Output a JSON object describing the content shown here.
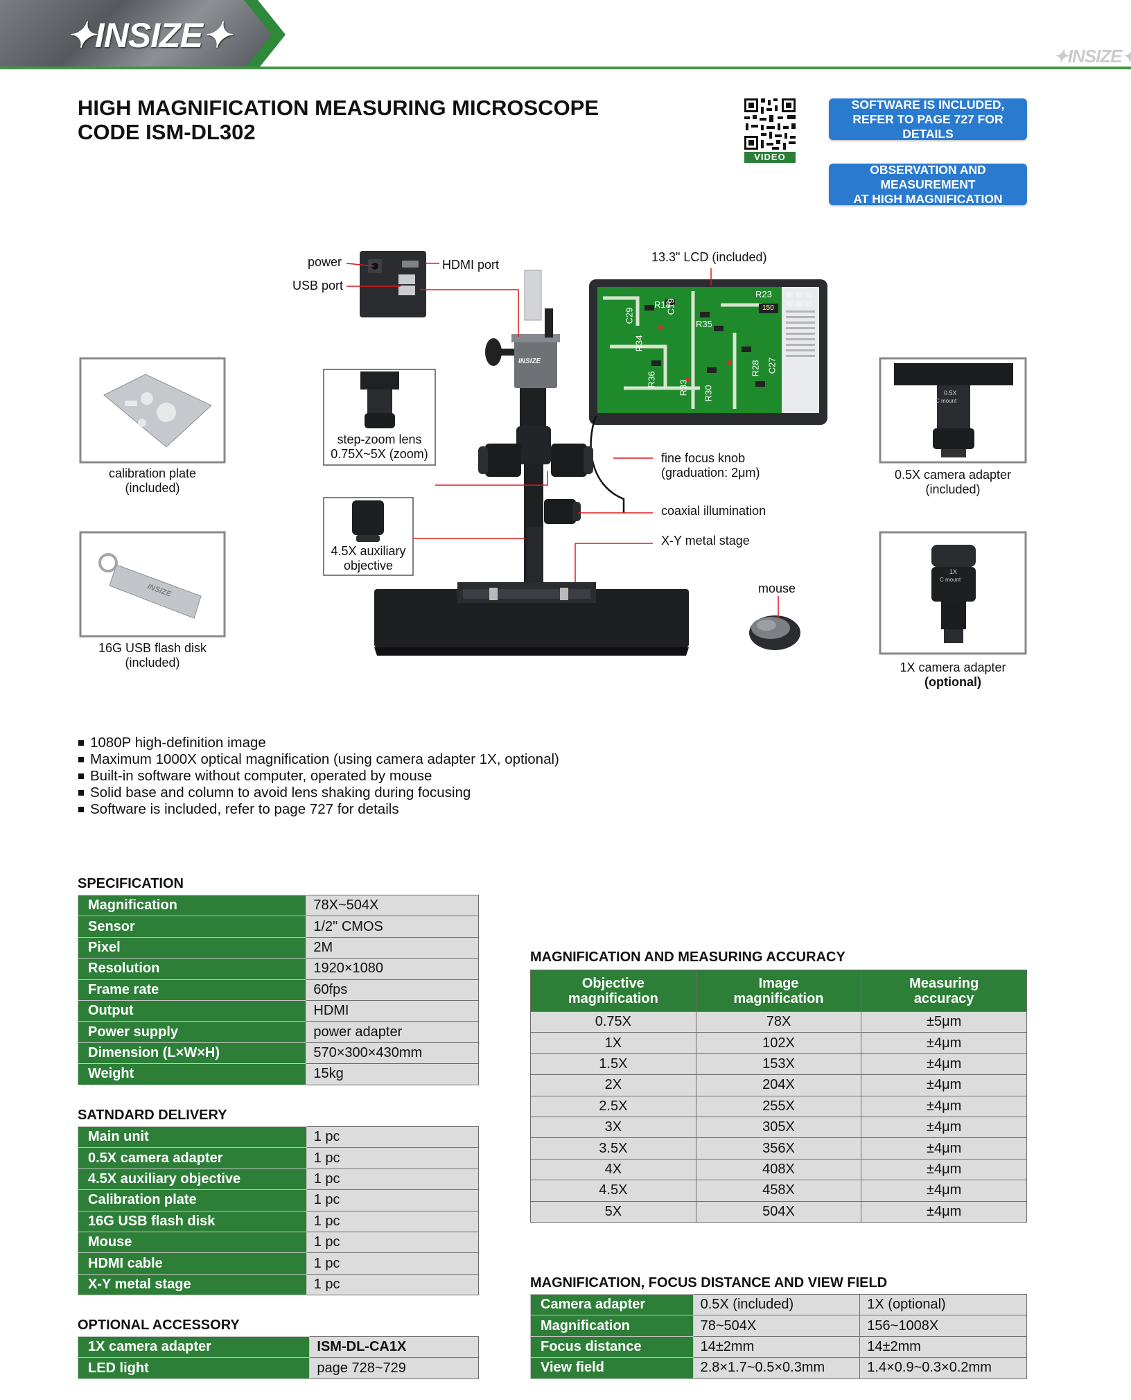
{
  "header": {
    "logo": "INSIZE"
  },
  "product": {
    "title_line1": "HIGH MAGNIFICATION MEASURING MICROSCOPE",
    "title_line2": "CODE ISM-DL302",
    "qr_label": "VIDEO"
  },
  "badges": [
    {
      "line1": "SOFTWARE IS INCLUDED,",
      "line2": "REFER TO PAGE 727 FOR DETAILS"
    },
    {
      "line1": "OBSERVATION AND MEASUREMENT",
      "line2": "AT HIGH MAGNIFICATION"
    }
  ],
  "callouts": {
    "power": "power",
    "usb_port": "USB port",
    "hdmi_port": "HDMI port",
    "lcd": "13.3\" LCD (included)",
    "zoom_l1": "step-zoom lens",
    "zoom_l2": "0.75X~5X (zoom)",
    "fine_l1": "fine focus knob",
    "fine_l2": "(graduation: 2μm)",
    "coaxial": "coaxial illumination",
    "stage": "X-Y metal stage",
    "mouse": "mouse",
    "aux_l1": "4.5X auxiliary",
    "aux_l2": "objective",
    "calib_l1": "calibration plate",
    "calib_l2": "(included)",
    "usb_l1": "16G USB flash disk",
    "usb_l2": "(included)",
    "ad05_l1": "0.5X camera adapter",
    "ad05_l2": "(included)",
    "ad1_l1": "1X camera adapter",
    "ad1_l2": "(optional)",
    "lens_05": "0.5X",
    "lens_1": "1X",
    "cmount": "C mount",
    "usb_brand": "INSIZE",
    "cam_brand": "INSIZE"
  },
  "features": [
    "1080P high-definition image",
    "Maximum 1000X optical magnification (using camera adapter 1X, optional)",
    "Built-in software without computer, operated by mouse",
    "Solid base and column to avoid lens shaking during focusing",
    "Software is included, refer to page 727 for details"
  ],
  "specification": {
    "title": "SPECIFICATION",
    "rows": [
      [
        "Magnification",
        "78X~504X"
      ],
      [
        "Sensor",
        "1/2\" CMOS"
      ],
      [
        "Pixel",
        "2M"
      ],
      [
        "Resolution",
        "1920×1080"
      ],
      [
        "Frame rate",
        "60fps"
      ],
      [
        "Output",
        "HDMI"
      ],
      [
        "Power supply",
        "power adapter"
      ],
      [
        "Dimension (L×W×H)",
        "570×300×430mm"
      ],
      [
        "Weight",
        "15kg"
      ]
    ]
  },
  "delivery": {
    "title": "SATNDARD DELIVERY",
    "rows": [
      [
        "Main unit",
        "1 pc"
      ],
      [
        "0.5X camera adapter",
        "1 pc"
      ],
      [
        "4.5X auxiliary objective",
        "1 pc"
      ],
      [
        "Calibration plate",
        "1 pc"
      ],
      [
        "16G USB flash disk",
        "1 pc"
      ],
      [
        "Mouse",
        "1 pc"
      ],
      [
        "HDMI cable",
        "1 pc"
      ],
      [
        "X-Y metal stage",
        "1 pc"
      ]
    ]
  },
  "optional": {
    "title": "OPTIONAL ACCESSORY",
    "rows": [
      [
        "1X camera adapter",
        "ISM-DL-CA1X"
      ],
      [
        "LED light",
        "page 728~729"
      ]
    ]
  },
  "accuracy": {
    "title": "MAGNIFICATION AND MEASURING ACCURACY",
    "headers": [
      [
        "Objective",
        "magnification"
      ],
      [
        "Image",
        "magnification"
      ],
      [
        "Measuring",
        "accuracy"
      ]
    ],
    "rows": [
      [
        "0.75X",
        "78X",
        "±5μm"
      ],
      [
        "1X",
        "102X",
        "±4μm"
      ],
      [
        "1.5X",
        "153X",
        "±4μm"
      ],
      [
        "2X",
        "204X",
        "±4μm"
      ],
      [
        "2.5X",
        "255X",
        "±4μm"
      ],
      [
        "3X",
        "305X",
        "±4μm"
      ],
      [
        "3.5X",
        "356X",
        "±4μm"
      ],
      [
        "4X",
        "408X",
        "±4μm"
      ],
      [
        "4.5X",
        "458X",
        "±4μm"
      ],
      [
        "5X",
        "504X",
        "±4μm"
      ]
    ]
  },
  "focus": {
    "title": "MAGNIFICATION, FOCUS DISTANCE AND VIEW FIELD",
    "rows": [
      [
        "Camera adapter",
        "0.5X (included)",
        "1X (optional)"
      ],
      [
        "Magnification",
        "78~504X",
        "156~1008X"
      ],
      [
        "Focus distance",
        "14±2mm",
        "14±2mm"
      ],
      [
        "View field",
        "2.8×1.7~0.5×0.3mm",
        "1.4×0.9~0.3×0.2mm"
      ]
    ]
  },
  "pcb_labels": [
    "C29",
    "R34",
    "R18",
    "C19",
    "R35",
    "R23",
    "150",
    "R36",
    "R33",
    "R30",
    "C27",
    "R28"
  ]
}
